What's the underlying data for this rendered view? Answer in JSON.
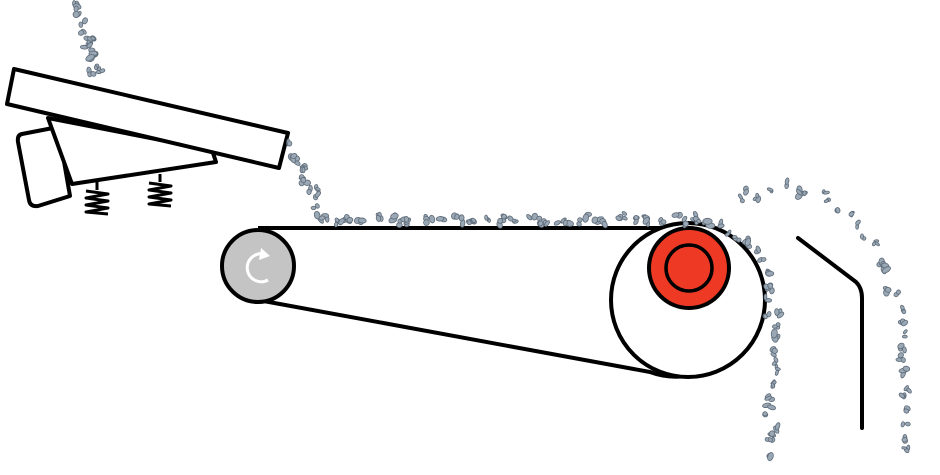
{
  "diagram": {
    "components": {
      "feeder": "vibratory-feeder",
      "conveyor": "belt-conveyor",
      "drive_pulley": "idler-pulley",
      "magnetic_pulley": "magnetic-head-pulley",
      "splitter": "splitter-plate"
    },
    "colors": {
      "outline": "#000000",
      "background": "#ffffff",
      "drive_pulley_fill": "#c4c4c4",
      "magnet_fill": "#ee3a24",
      "particle_fill": "#9aa7b4"
    },
    "icons": {
      "rotation": "rotation-arrow-icon",
      "spring": "spring-icon"
    }
  }
}
